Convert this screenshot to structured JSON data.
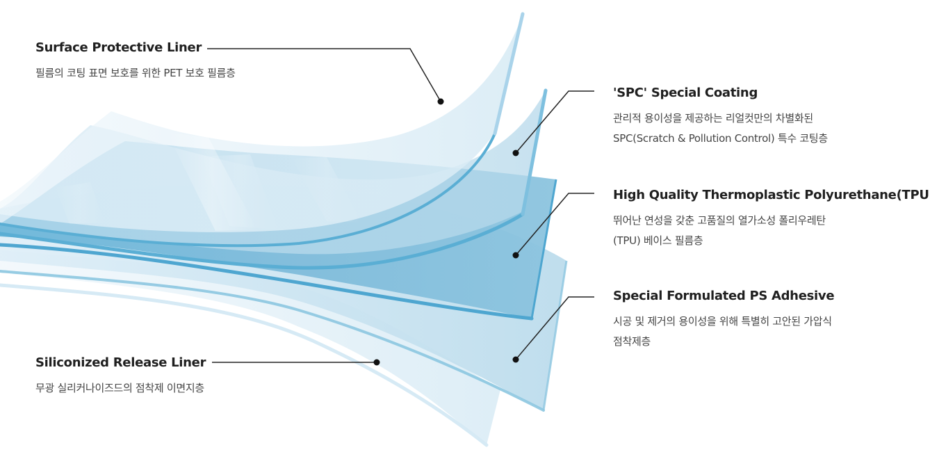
{
  "layers": [
    {
      "id": "surface",
      "title": "Surface Protective Liner",
      "desc": [
        "필름의 코팅 표면 보호를 위한 PET 보호 필름층"
      ]
    },
    {
      "id": "spc",
      "title": "'SPC' Special Coating",
      "desc": [
        "관리적 용이성을 제공하는 리얼컷만의 차별화된",
        "SPC(Scratch & Pollution Control) 특수 코팅층"
      ]
    },
    {
      "id": "tpu",
      "title": "High Quality Thermoplastic Polyurethane(TPU)",
      "desc": [
        "뛰어난 연성을 갖춘 고품질의 열가소성 폴리우레탄",
        "(TPU) 베이스 필름층"
      ]
    },
    {
      "id": "adhesive",
      "title": "Special Formulated PS Adhesive",
      "desc": [
        "시공 및 제거의 용이성을 위해 특별히 고안된 가압식",
        "점착제층"
      ]
    },
    {
      "id": "release",
      "title": "Siliconized Release Liner",
      "desc": [
        "무광 실리커나이즈드의 점착제 이면지층"
      ]
    }
  ],
  "colors": {
    "layer_light": "#e6f2f9",
    "layer_mid": "#b9dced",
    "layer_main": "#6fb6d6",
    "edge": "#5aaed4",
    "leader": "#222222"
  }
}
